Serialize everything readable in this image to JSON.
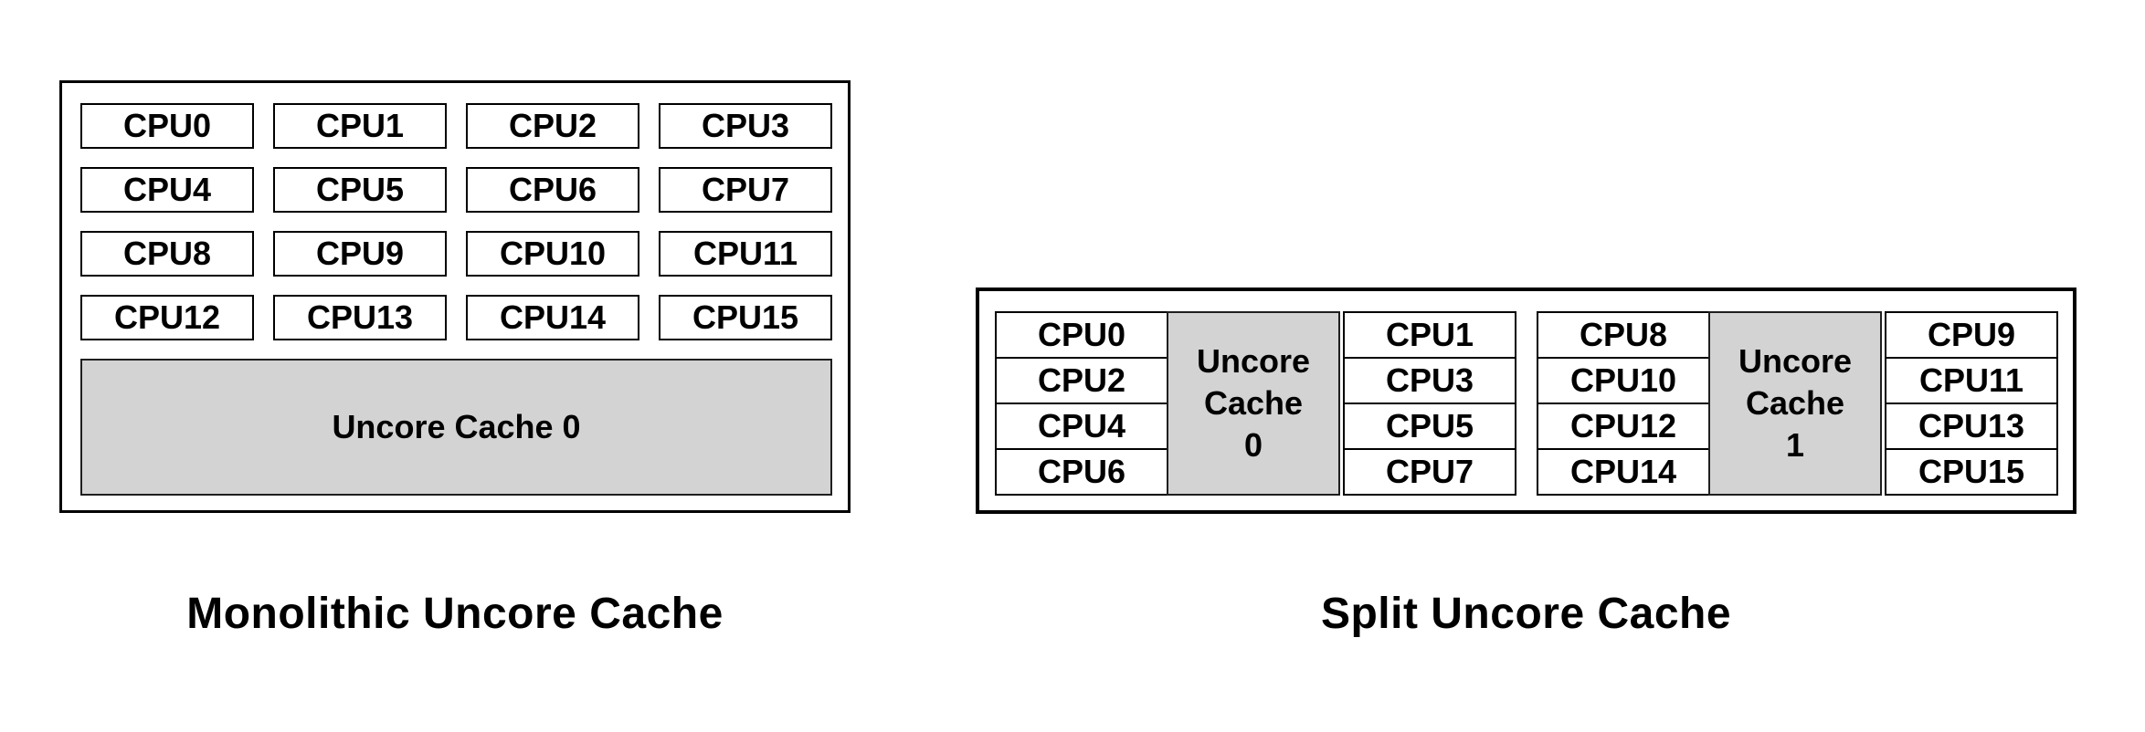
{
  "monolithic": {
    "title": "Monolithic Uncore Cache",
    "cpus": [
      "CPU0",
      "CPU1",
      "CPU2",
      "CPU3",
      "CPU4",
      "CPU5",
      "CPU6",
      "CPU7",
      "CPU8",
      "CPU9",
      "CPU10",
      "CPU11",
      "CPU12",
      "CPU13",
      "CPU14",
      "CPU15"
    ],
    "uncore_label": "Uncore Cache 0"
  },
  "split": {
    "title": "Split Uncore Cache",
    "groups": [
      {
        "left_cpus": [
          "CPU0",
          "CPU2",
          "CPU4",
          "CPU6"
        ],
        "uncore_label": "Uncore\nCache\n0",
        "right_cpus": [
          "CPU1",
          "CPU3",
          "CPU5",
          "CPU7"
        ]
      },
      {
        "left_cpus": [
          "CPU8",
          "CPU10",
          "CPU12",
          "CPU14"
        ],
        "uncore_label": "Uncore\nCache\n1",
        "right_cpus": [
          "CPU9",
          "CPU11",
          "CPU13",
          "CPU15"
        ]
      }
    ]
  },
  "colors": {
    "uncore_fill": "#d3d3d3",
    "border": "#000000",
    "background": "#ffffff",
    "text": "#000000"
  }
}
